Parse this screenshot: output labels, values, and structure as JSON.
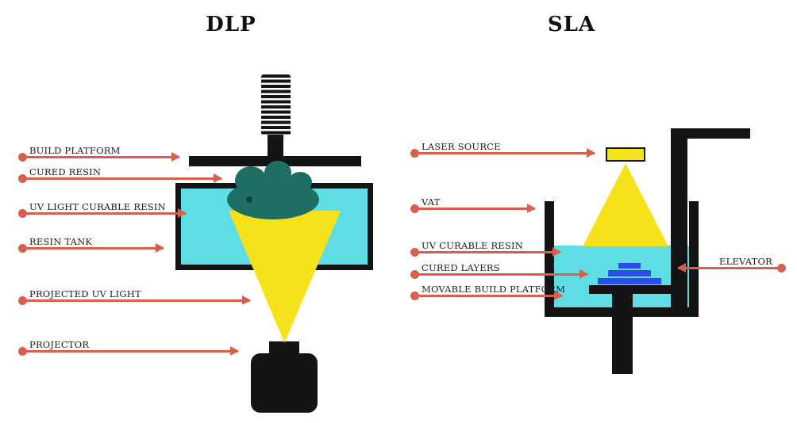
{
  "colors": {
    "accent": "#d95f4c",
    "resin_cyan": "#5fdde5",
    "uv_yellow": "#f6e21b",
    "cured_teal": "#1e6e63",
    "layer_blue": "#2b4ee8",
    "ink": "#141414"
  },
  "dlp": {
    "title": "DLP",
    "labels": [
      {
        "text": "BUILD PLATFORM"
      },
      {
        "text": "CURED RESIN"
      },
      {
        "text": "UV LIGHT CURABLE RESIN"
      },
      {
        "text": "RESIN TANK"
      },
      {
        "text": "PROJECTED UV LIGHT"
      },
      {
        "text": "PROJECTOR"
      }
    ]
  },
  "sla": {
    "title": "SLA",
    "labels": [
      {
        "text": "LASER SOURCE"
      },
      {
        "text": "VAT"
      },
      {
        "text": "UV CURABLE RESIN"
      },
      {
        "text": "CURED LAYERS"
      },
      {
        "text": "MOVABLE BUILD PLATFORM"
      },
      {
        "text": "ELEVATOR"
      }
    ]
  }
}
